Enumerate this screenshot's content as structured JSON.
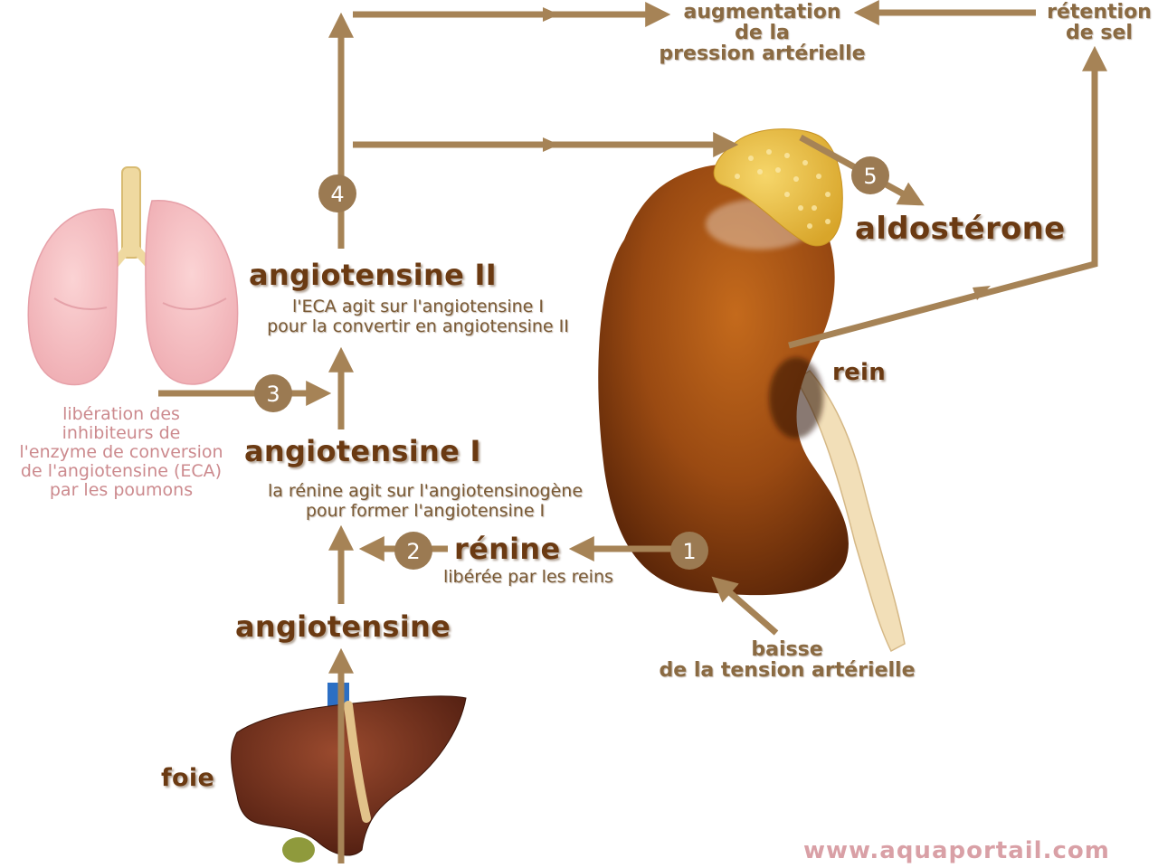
{
  "nodes": {
    "angiotensine": "angiotensine",
    "renine": "rénine",
    "renine_sub": "libérée par les reins",
    "angio1": "angiotensine I",
    "angio1_sub1": "la rénine agit sur l'angiotensinogène",
    "angio1_sub2": "pour former l'angiotensine I",
    "angio2": "angiotensine II",
    "angio2_sub1": "l'ECA agit sur l'angiotensine I",
    "angio2_sub2": "pour la convertir en angiotensine II",
    "aldosterone": "aldostérone",
    "pression1": "augmentation",
    "pression2": "de la",
    "pression3": "pression artérielle",
    "retention1": "rétention",
    "retention2": "de sel",
    "baisse1": "baisse",
    "baisse2": "de la tension artérielle",
    "eca1": "libération des",
    "eca2": "inhibiteurs de",
    "eca3": "l'enzyme de conversion",
    "eca4": "de l'angiotensine (ECA)",
    "eca5": "par les poumons"
  },
  "organs": {
    "rein": "rein",
    "foie": "foie"
  },
  "steps": [
    "1",
    "2",
    "3",
    "4",
    "5"
  ],
  "watermark": "www.aquaportail.com",
  "colors": {
    "arrow": "#a68356",
    "step_circle": "#9b7a52",
    "label_dark": "#6b3a12",
    "label_light": "#8a6a42",
    "lung_text": "#cc8a8e",
    "watermark": "#d9a0a6"
  }
}
